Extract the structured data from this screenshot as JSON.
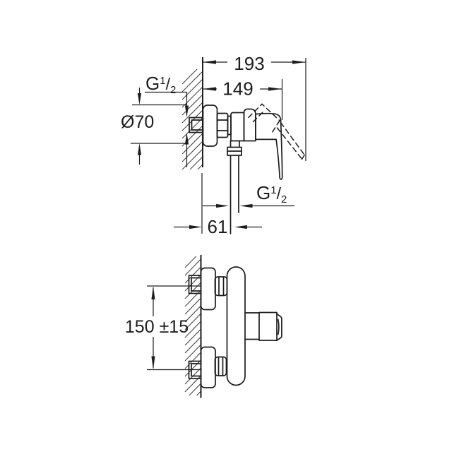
{
  "page": {
    "background": "#ffffff",
    "line_color": "#1d1d1d"
  },
  "side_view": {
    "dim_depth_open": "193",
    "dim_depth_closed": "149",
    "inlet_thread": {
      "g": "G",
      "num": "1",
      "slash": "/",
      "den": "2"
    },
    "escutcheon_diameter": "Ø70",
    "outlet_thread": {
      "g": "G",
      "num": "1",
      "slash": "/",
      "den": "2"
    },
    "dim_wall_to_outlet": "61"
  },
  "front_view": {
    "dim_inlet_spacing": "150 ±15"
  }
}
